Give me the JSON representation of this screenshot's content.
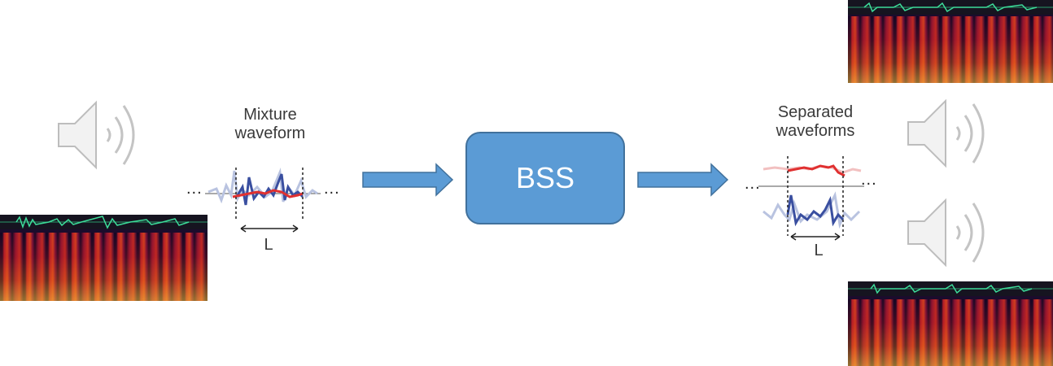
{
  "mixture": {
    "title_line1": "Mixture",
    "title_line2": "waveform",
    "segment_label": "L",
    "ellipsis": "..."
  },
  "separated": {
    "title_line1": "Separated",
    "title_line2": "waveforms",
    "segment_label": "L",
    "ellipsis": "..."
  },
  "bss": {
    "label": "BSS"
  },
  "colors": {
    "arrow_fill": "#5b9bd5",
    "box_fill": "#5b9bd5",
    "source_red": "#e03030",
    "source_blue": "#3a4fa0"
  }
}
